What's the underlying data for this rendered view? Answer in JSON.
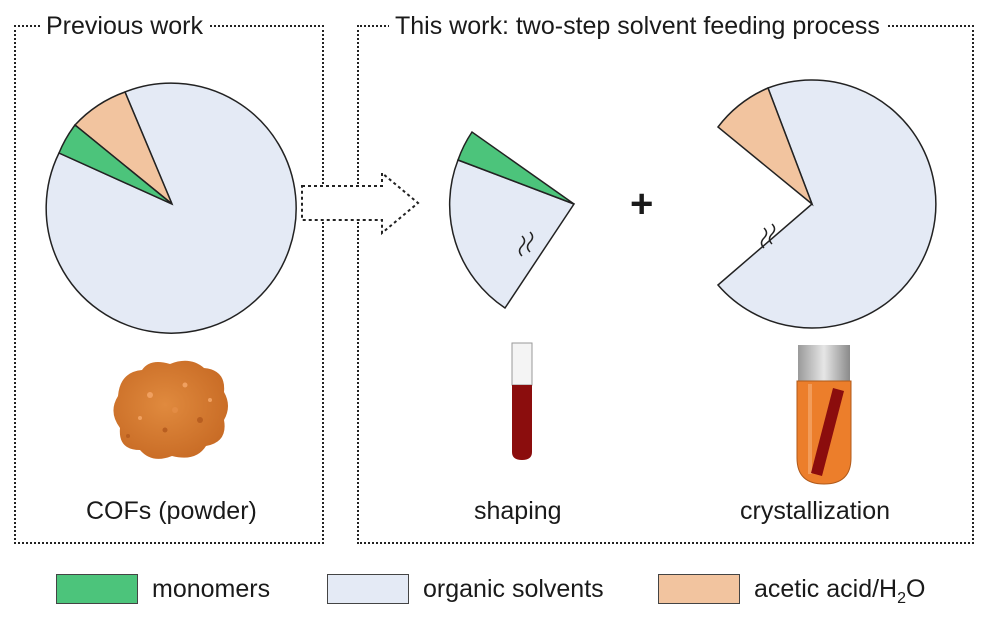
{
  "panels": {
    "previous": {
      "title": "Previous work",
      "caption": "COFs (powder)"
    },
    "this_work": {
      "title": "This work: two-step solvent feeding process",
      "step1_caption": "shaping",
      "step2_caption": "crystallization",
      "plus_sign": "+"
    }
  },
  "legend": {
    "monomers": {
      "label": "monomers",
      "color": "#4cc47b"
    },
    "organic_solvents": {
      "label": "organic solvents",
      "color": "#e4eaf5"
    },
    "acid_water": {
      "label_main": "acetic acid/H",
      "label_sub": "2",
      "label_tail": "O",
      "color": "#f2c49f"
    }
  },
  "colors": {
    "powder": "#d4772e",
    "shaping_liquid": "#8b0d0d",
    "crystallization_liquid": "#ec7e2b",
    "rod": "#8b0d0d"
  },
  "chart_data": {
    "type": "pie",
    "title": "",
    "series": [
      {
        "name": "monomers",
        "value": 4
      },
      {
        "name": "acetic acid/H2O",
        "value": 8
      },
      {
        "name": "organic solvents",
        "value": 88
      }
    ]
  }
}
